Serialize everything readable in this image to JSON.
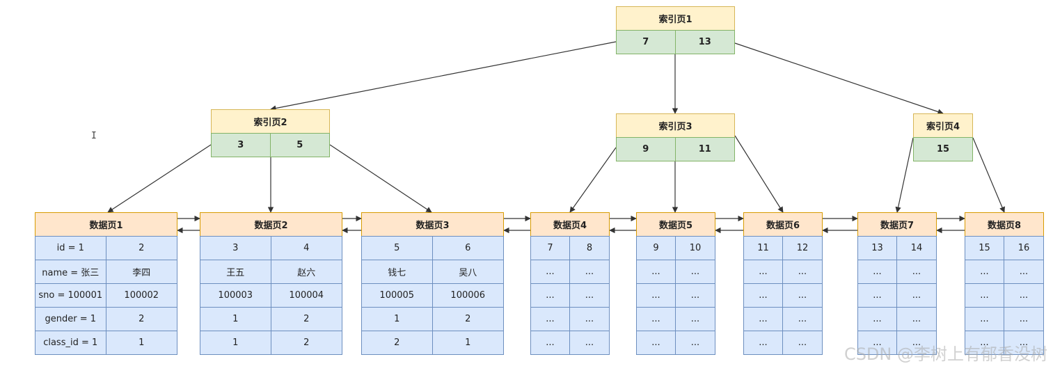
{
  "index_pages": [
    {
      "id": "idx1",
      "title": "索引页1",
      "keys": [
        "7",
        "13"
      ]
    },
    {
      "id": "idx2",
      "title": "索引页2",
      "keys": [
        "3",
        "5"
      ]
    },
    {
      "id": "idx3",
      "title": "索引页3",
      "keys": [
        "9",
        "11"
      ]
    },
    {
      "id": "idx4",
      "title": "索引页4",
      "keys": [
        "15"
      ]
    }
  ],
  "data_pages": [
    {
      "id": "dp1",
      "title": "数据页1",
      "rows": [
        [
          "id = 1",
          "2"
        ],
        [
          "name = 张三",
          "李四"
        ],
        [
          "sno = 100001",
          "100002"
        ],
        [
          "gender = 1",
          "2"
        ],
        [
          "class_id = 1",
          "1"
        ]
      ]
    },
    {
      "id": "dp2",
      "title": "数据页2",
      "rows": [
        [
          "3",
          "4"
        ],
        [
          "王五",
          "赵六"
        ],
        [
          "100003",
          "100004"
        ],
        [
          "1",
          "2"
        ],
        [
          "1",
          "2"
        ]
      ]
    },
    {
      "id": "dp3",
      "title": "数据页3",
      "rows": [
        [
          "5",
          "6"
        ],
        [
          "钱七",
          "吴八"
        ],
        [
          "100005",
          "100006"
        ],
        [
          "1",
          "2"
        ],
        [
          "2",
          "1"
        ]
      ]
    },
    {
      "id": "dp4",
      "title": "数据页4",
      "rows": [
        [
          "7",
          "8"
        ],
        [
          "...",
          "..."
        ],
        [
          "...",
          "..."
        ],
        [
          "...",
          "..."
        ],
        [
          "...",
          "..."
        ]
      ]
    },
    {
      "id": "dp5",
      "title": "数据页5",
      "rows": [
        [
          "9",
          "10"
        ],
        [
          "...",
          "..."
        ],
        [
          "...",
          "..."
        ],
        [
          "...",
          "..."
        ],
        [
          "...",
          "..."
        ]
      ]
    },
    {
      "id": "dp6",
      "title": "数据页6",
      "rows": [
        [
          "11",
          "12"
        ],
        [
          "...",
          "..."
        ],
        [
          "...",
          "..."
        ],
        [
          "...",
          "..."
        ],
        [
          "...",
          "..."
        ]
      ]
    },
    {
      "id": "dp7",
      "title": "数据页7",
      "rows": [
        [
          "13",
          "14"
        ],
        [
          "...",
          "..."
        ],
        [
          "...",
          "..."
        ],
        [
          "...",
          "..."
        ],
        [
          "...",
          "..."
        ]
      ]
    },
    {
      "id": "dp8",
      "title": "数据页8",
      "rows": [
        [
          "15",
          "16"
        ],
        [
          "...",
          "..."
        ],
        [
          "...",
          "..."
        ],
        [
          "...",
          "..."
        ],
        [
          "...",
          "..."
        ]
      ]
    }
  ],
  "pointers": [
    {
      "from": "idx1",
      "to": "idx2"
    },
    {
      "from": "idx1",
      "to": "idx3"
    },
    {
      "from": "idx1",
      "to": "idx4"
    },
    {
      "from": "idx2",
      "to": "dp1"
    },
    {
      "from": "idx2",
      "to": "dp2"
    },
    {
      "from": "idx2",
      "to": "dp3"
    },
    {
      "from": "idx3",
      "to": "dp4"
    },
    {
      "from": "idx3",
      "to": "dp5"
    },
    {
      "from": "idx3",
      "to": "dp6"
    },
    {
      "from": "idx4",
      "to": "dp7"
    },
    {
      "from": "idx4",
      "to": "dp8"
    }
  ],
  "sibling_links": "bidirectional",
  "colors": {
    "index_header": "#fff2cc",
    "index_keys": "#d5e8d4",
    "data_header": "#ffe6cc",
    "data_cells": "#dae8fc",
    "edge": "#333333"
  },
  "watermark": "CSDN @李树上有郁香没树"
}
